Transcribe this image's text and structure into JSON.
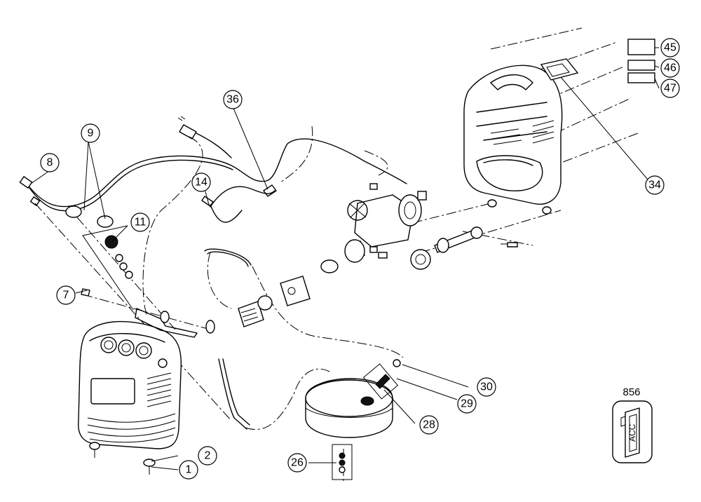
{
  "callouts": [
    {
      "id": "1",
      "label": "1"
    },
    {
      "id": "2",
      "label": "2"
    },
    {
      "id": "7",
      "label": "7"
    },
    {
      "id": "8",
      "label": "8"
    },
    {
      "id": "9",
      "label": "9"
    },
    {
      "id": "11",
      "label": "11"
    },
    {
      "id": "14",
      "label": "14"
    },
    {
      "id": "26",
      "label": "26"
    },
    {
      "id": "28",
      "label": "28"
    },
    {
      "id": "29",
      "label": "29"
    },
    {
      "id": "30",
      "label": "30"
    },
    {
      "id": "34",
      "label": "34"
    },
    {
      "id": "36",
      "label": "36"
    },
    {
      "id": "45",
      "label": "45"
    },
    {
      "id": "46",
      "label": "46"
    },
    {
      "id": "47",
      "label": "47"
    }
  ],
  "accessory": {
    "number": "856",
    "tag_text": "ACC"
  }
}
